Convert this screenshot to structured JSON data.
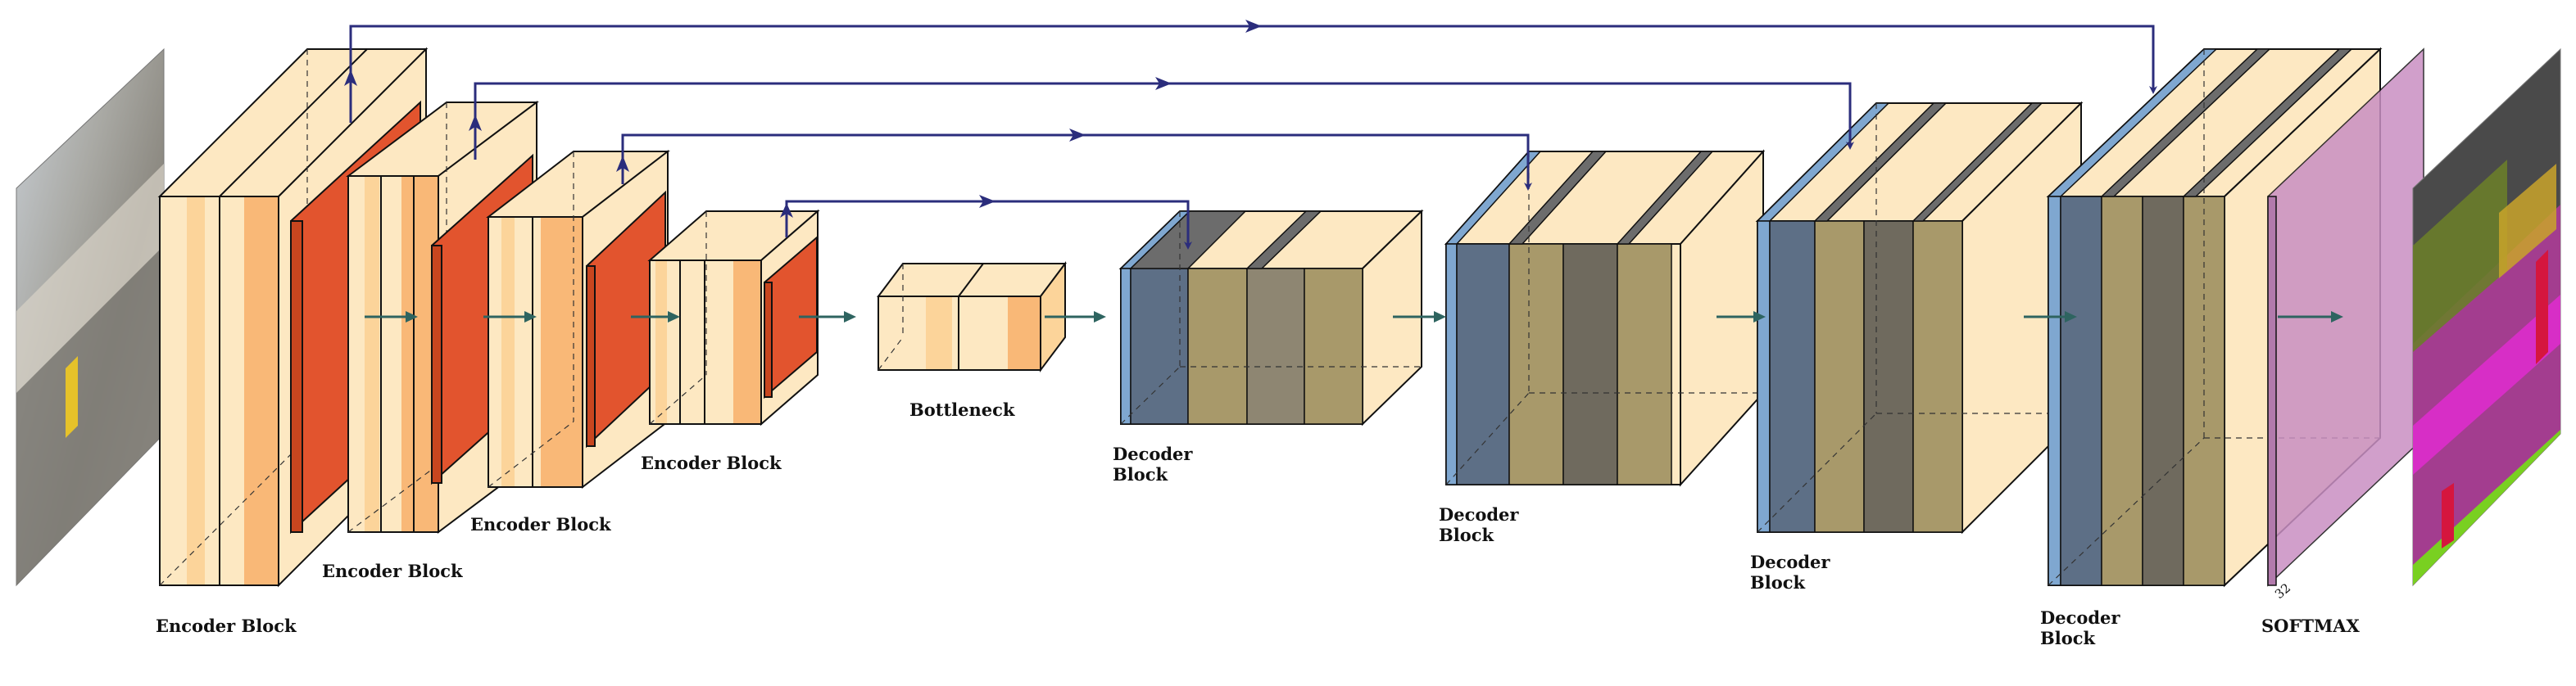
{
  "labels": {
    "encoder_1": "Encoder Block",
    "encoder_2": "Encoder Block",
    "encoder_3": "Encoder Block",
    "encoder_4": "Encoder Block",
    "bottleneck": "Bottleneck",
    "decoder_1_line1": "Decoder",
    "decoder_1_line2": "Block",
    "decoder_2_line1": "Decoder",
    "decoder_2_line2": "Block",
    "decoder_3_line1": "Decoder",
    "decoder_3_line2": "Block",
    "decoder_4_line1": "Decoder",
    "decoder_4_line2": "Block",
    "softmax": "SOFTMAX",
    "softmax_dim": "32"
  },
  "colors": {
    "conv_light": "#fde8c2",
    "conv_mid": "#fcd49a",
    "conv_dark": "#f9b877",
    "pool": "#e2542e",
    "upsample": "#7fa7d0",
    "decoder_gray": "#6c6c6c",
    "decoder_olive": "#a8996a",
    "softmax": "#c98fc3",
    "skip_arrow": "#2b2d7c",
    "flow_arrow": "#2e6460"
  }
}
